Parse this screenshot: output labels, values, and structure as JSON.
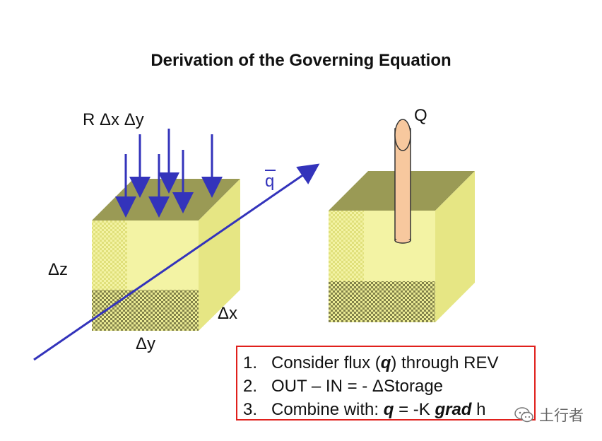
{
  "title": "Derivation of the Governing Equation",
  "labels": {
    "recharge": "R Δx Δy",
    "flux": "q",
    "dz": "Δz",
    "dx": "Δx",
    "dy": "Δy",
    "pumping": "Q"
  },
  "steps": [
    {
      "num": "1.",
      "pre": "Consider flux (",
      "em": "q",
      "post": ") through REV"
    },
    {
      "num": "2.",
      "pre": "OUT – IN = - ΔStorage",
      "em": "",
      "post": ""
    },
    {
      "num": "3.",
      "pre": "Combine with: ",
      "em": "q",
      "post": " = -K ",
      "em2": "grad",
      "post2": " h"
    }
  ],
  "watermark": "土行者",
  "colors": {
    "cube_top": "#9a9a55",
    "cube_front": "#f3f3a4",
    "cube_side": "#e6e684",
    "arrows": "#3333bb",
    "well": "#f7c89e",
    "box_border": "#e0201c"
  }
}
